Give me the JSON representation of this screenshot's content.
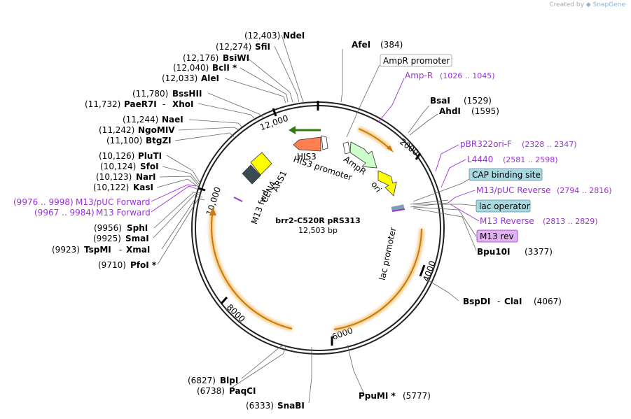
{
  "credit": {
    "prefix": "Created by",
    "brand": "SnapGene"
  },
  "plasmid": {
    "name": "brr2-C520R pRS313",
    "size": "12,503 bp"
  },
  "colors": {
    "purple": "#9b30d9",
    "feature_orange": "#f5a623",
    "ampr": "#ccffcc",
    "his3": "#ff7f50",
    "ori": "#ffff00",
    "ars": "#ffff00",
    "cen": "#3a4a55",
    "teal_box": "#a8d8e0",
    "mrev_box": "#e0b3f0"
  },
  "ticks": {
    "k2000": "2000",
    "k4000": "4000",
    "k6000": "6000",
    "k8000": "8000",
    "k10000": "10,000",
    "k12000": "12,000"
  },
  "features": {
    "his3": "HIS3",
    "his3_promoter": "HIS3 promoter",
    "ampr": "AmpR",
    "ori": "ori",
    "lac_promoter": "lac promoter",
    "ars1": "ARS1",
    "cen4": "CEN4",
    "m13_fwd": "M13 fwd"
  },
  "sites": {
    "ndei": {
      "name": "NdeI",
      "pos": "(12,403)"
    },
    "sfii": {
      "name": "SfiI",
      "pos": "(12,274)"
    },
    "bsiwi": {
      "name": "BsiWI",
      "pos": "(12,176)"
    },
    "bcli": {
      "name": "BclI *",
      "pos": "(12,040)"
    },
    "alei": {
      "name": "AleI",
      "pos": "(12,033)"
    },
    "bsshii": {
      "name": "BssHII",
      "pos": "(11,780)"
    },
    "paer7i": {
      "name": "PaeR7I",
      "pos": "(11,732)",
      "name2": "XhoI"
    },
    "naei": {
      "name": "NaeI",
      "pos": "(11,244)"
    },
    "ngomiv": {
      "name": "NgoMIV",
      "pos": "(11,242)"
    },
    "btgzi": {
      "name": "BtgZI",
      "pos": "(11,100)"
    },
    "pluti": {
      "name": "PluTI",
      "pos": "(10,126)"
    },
    "sfoi": {
      "name": "SfoI",
      "pos": "(10,124)"
    },
    "nari": {
      "name": "NarI",
      "pos": "(10,123)"
    },
    "kasi": {
      "name": "KasI",
      "pos": "(10,122)"
    },
    "m13puc_fwd": {
      "name": "M13/pUC Forward",
      "pos": "(9976 .. 9998)"
    },
    "m13_forward": {
      "name": "M13 Forward",
      "pos": "(9967 .. 9984)"
    },
    "sphi": {
      "name": "SphI",
      "pos": "(9956)"
    },
    "smai": {
      "name": "SmaI",
      "pos": "(9925)"
    },
    "tspmi": {
      "name": "TspMI",
      "pos": "(9923)",
      "name2": "XmaI"
    },
    "pfoi": {
      "name": "PfoI *",
      "pos": "(9710)"
    },
    "afei": {
      "name": "AfeI",
      "pos": "(384)"
    },
    "ampr_promoter": {
      "name": "AmpR promoter"
    },
    "amp_r": {
      "name": "Amp-R",
      "pos": "(1026 .. 1045)"
    },
    "bsai": {
      "name": "BsaI",
      "pos": "(1529)"
    },
    "ahdi": {
      "name": "AhdI",
      "pos": "(1595)"
    },
    "pbr322ori": {
      "name": "pBR322ori-F",
      "pos": "(2328 .. 2347)"
    },
    "l4440": {
      "name": "L4440",
      "pos": "(2581 .. 2598)"
    },
    "cap_site": {
      "name": "CAP binding site"
    },
    "m13puc_rev": {
      "name": "M13/pUC Reverse",
      "pos": "(2794 .. 2816)"
    },
    "lac_operator": {
      "name": "lac operator"
    },
    "m13_reverse": {
      "name": "M13 Reverse",
      "pos": "(2813 .. 2829)"
    },
    "m13_rev": {
      "name": "M13 rev"
    },
    "bpu10i": {
      "name": "Bpu10I",
      "pos": "(3377)"
    },
    "bspdi": {
      "name": "BspDI",
      "pos": "(4067)",
      "name2": "ClaI"
    },
    "ppumi": {
      "name": "PpuMI *",
      "pos": "(5777)"
    },
    "blpi": {
      "name": "BlpI",
      "pos": "(6827)"
    },
    "paqci": {
      "name": "PaqCI",
      "pos": "(6738)"
    },
    "snabi": {
      "name": "SnaBI",
      "pos": "(6333)"
    }
  }
}
